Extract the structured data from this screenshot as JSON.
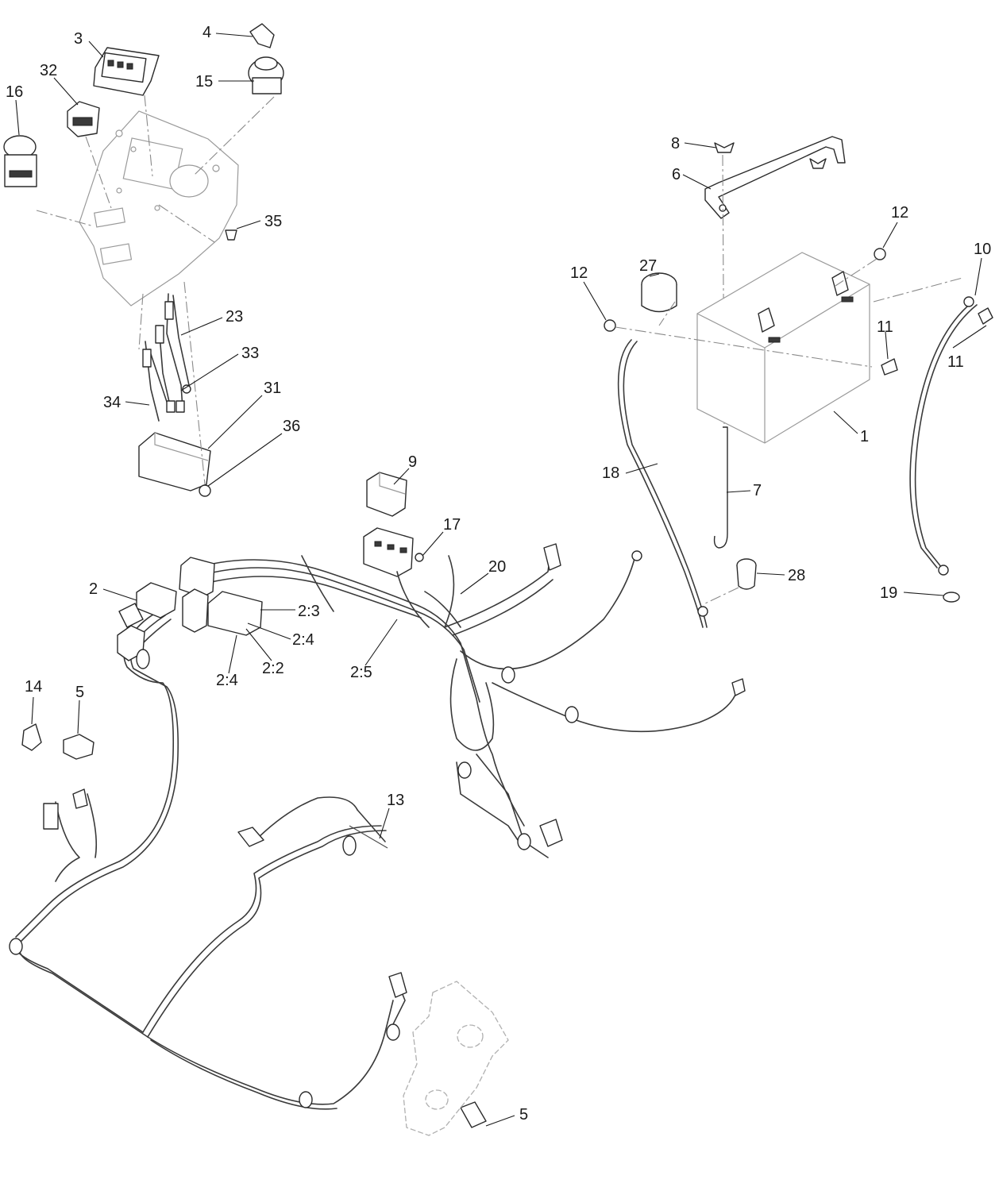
{
  "callouts": [
    {
      "id": "c-3",
      "label": "3"
    },
    {
      "id": "c-4",
      "label": "4"
    },
    {
      "id": "c-32",
      "label": "32"
    },
    {
      "id": "c-15",
      "label": "15"
    },
    {
      "id": "c-16",
      "label": "16"
    },
    {
      "id": "c-35",
      "label": "35"
    },
    {
      "id": "c-23",
      "label": "23"
    },
    {
      "id": "c-33",
      "label": "33"
    },
    {
      "id": "c-34",
      "label": "34"
    },
    {
      "id": "c-31",
      "label": "31"
    },
    {
      "id": "c-36",
      "label": "36"
    },
    {
      "id": "c-8",
      "label": "8"
    },
    {
      "id": "c-6",
      "label": "6"
    },
    {
      "id": "c-12a",
      "label": "12"
    },
    {
      "id": "c-12b",
      "label": "12"
    },
    {
      "id": "c-27",
      "label": "27"
    },
    {
      "id": "c-10",
      "label": "10"
    },
    {
      "id": "c-11a",
      "label": "11"
    },
    {
      "id": "c-11b",
      "label": "11"
    },
    {
      "id": "c-1",
      "label": "1"
    },
    {
      "id": "c-18",
      "label": "18"
    },
    {
      "id": "c-7",
      "label": "7"
    },
    {
      "id": "c-28",
      "label": "28"
    },
    {
      "id": "c-19",
      "label": "19"
    },
    {
      "id": "c-9",
      "label": "9"
    },
    {
      "id": "c-17",
      "label": "17"
    },
    {
      "id": "c-20",
      "label": "20"
    },
    {
      "id": "c-2",
      "label": "2"
    },
    {
      "id": "c-2-3",
      "label": "2:3"
    },
    {
      "id": "c-2-4a",
      "label": "2:4"
    },
    {
      "id": "c-2-4b",
      "label": "2:4"
    },
    {
      "id": "c-2-2",
      "label": "2:2"
    },
    {
      "id": "c-2-5",
      "label": "2:5"
    },
    {
      "id": "c-14",
      "label": "14"
    },
    {
      "id": "c-5a",
      "label": "5"
    },
    {
      "id": "c-13",
      "label": "13"
    },
    {
      "id": "c-5b",
      "label": "5"
    }
  ]
}
